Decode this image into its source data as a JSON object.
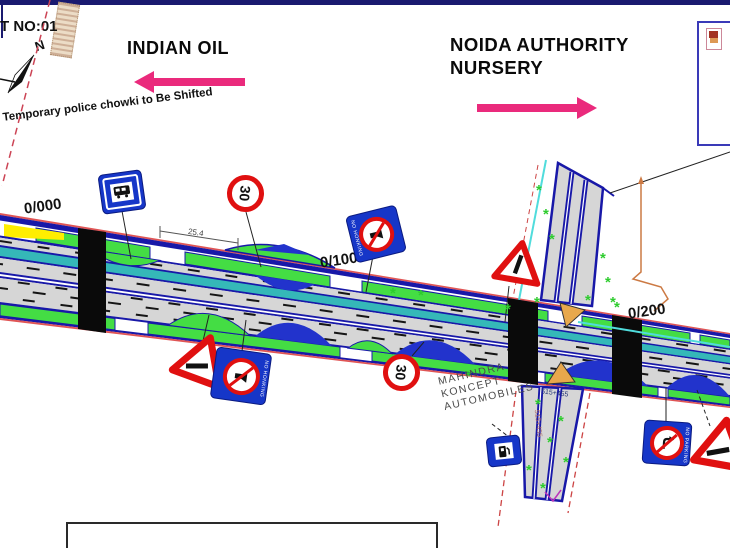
{
  "title_block": {
    "sheet_no": "T NO:01"
  },
  "compass": {
    "north_label": "N"
  },
  "landmarks": {
    "left": {
      "label": "INDIAN OIL"
    },
    "right": {
      "label": "NOIDA AUTHORITY",
      "label2": "NURSERY"
    }
  },
  "annotations": {
    "note": "Temporary police chowki to  Be Shifted",
    "dimension": "25.4",
    "side_road_chainage": "515+455",
    "business_line1": "MAHINDRA",
    "business_line2": "KONCEPT",
    "business_line3": "AUTOMOBILES"
  },
  "chainages": {
    "c000": "0/000",
    "c100": "0/100",
    "c200": "0/200"
  },
  "signs": {
    "speed_limit": "30",
    "no_honking_label": "NO HONKING",
    "no_parking_label": "NO PARKING"
  },
  "symbols": {
    "tree": "*"
  },
  "colors": {
    "top_bar": "#1a1a70",
    "road_gray": "#d6d6d6",
    "edge_navy": "#1818a8",
    "boundary_red": "#e05555",
    "verge_green": "#44dd44",
    "cycle_teal": "#35b8b8",
    "bay_blue": "#2233cc",
    "marking_yellow": "#ffee00",
    "arrow_pink": "#ea2a7c",
    "sign_blue": "#1636c8",
    "sign_red": "#e01010",
    "yield_orange": "#e8a84c"
  }
}
